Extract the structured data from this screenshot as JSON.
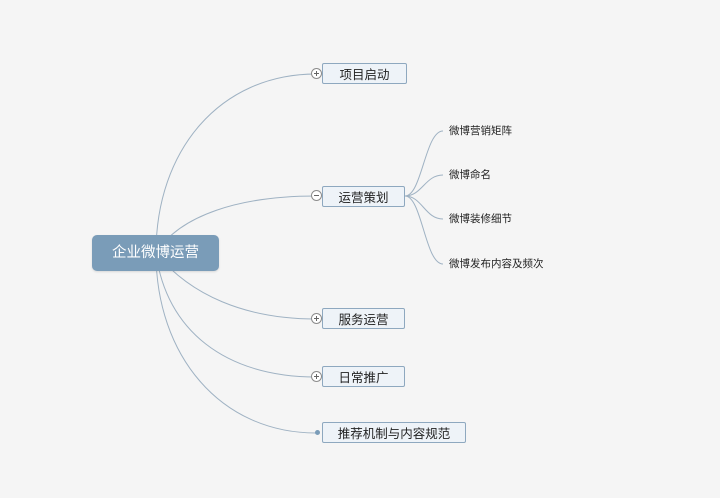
{
  "root": {
    "label": "企业微博运营"
  },
  "topics": [
    {
      "label": "项目启动",
      "state": "collapsed"
    },
    {
      "label": "运营策划",
      "state": "expanded",
      "children": [
        {
          "label": "微博营销矩阵"
        },
        {
          "label": "微博命名"
        },
        {
          "label": "微博装修细节"
        },
        {
          "label": "微博发布内容及频次"
        }
      ]
    },
    {
      "label": "服务运营",
      "state": "collapsed"
    },
    {
      "label": "日常推广",
      "state": "collapsed"
    },
    {
      "label": "推荐机制与内容规范",
      "state": "leaf"
    }
  ],
  "colors": {
    "background": "#f5f5f5",
    "root_fill": "#7a9cb8",
    "topic_fill": "#eef3f8",
    "topic_border": "#8ea8bf",
    "connector": "#9fb2c3"
  }
}
